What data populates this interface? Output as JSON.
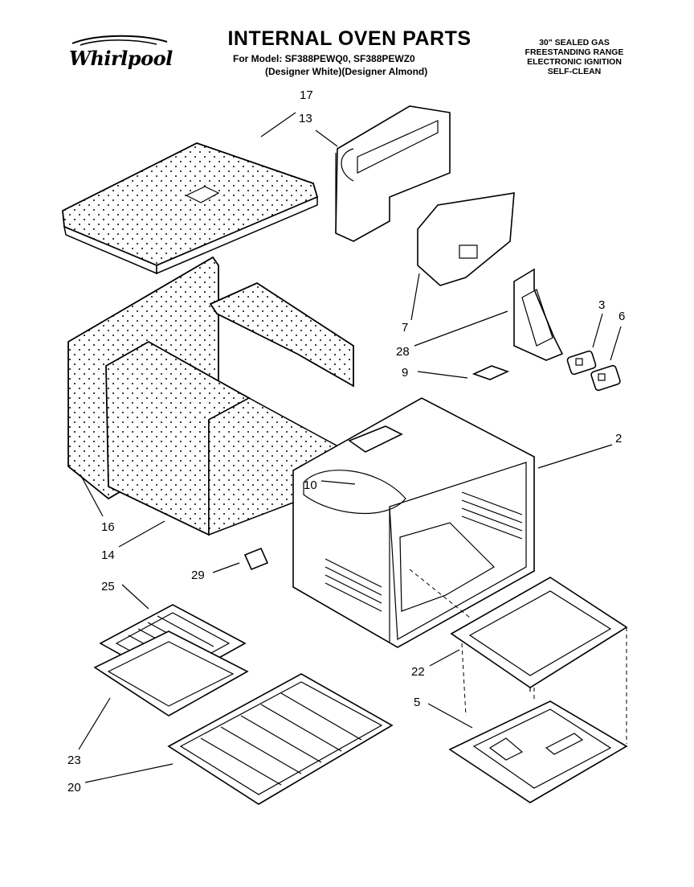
{
  "header": {
    "brand": "Whirlpool",
    "title": "INTERNAL OVEN PARTS",
    "model_line": "For Model: SF388PEWQ0, SF388PEWZ0",
    "variant_line": "(Designer White)(Designer Almond)",
    "spec_lines": [
      "30\" SEALED GAS",
      "FREESTANDING RANGE",
      "ELECTRONIC IGNITION",
      "SELF-CLEAN"
    ]
  },
  "parts": {
    "p17": "17",
    "p13": "13",
    "p7": "7",
    "p28": "28",
    "p3": "3",
    "p6": "6",
    "p9": "9",
    "p2": "2",
    "p10": "10",
    "p16": "16",
    "p14": "14",
    "p29": "29",
    "p25": "25",
    "p22": "22",
    "p5": "5",
    "p23": "23",
    "p20": "20"
  },
  "colors": {
    "ink": "#000000",
    "paper": "#ffffff"
  },
  "icons": [
    "whirlpool-logo-icon"
  ]
}
